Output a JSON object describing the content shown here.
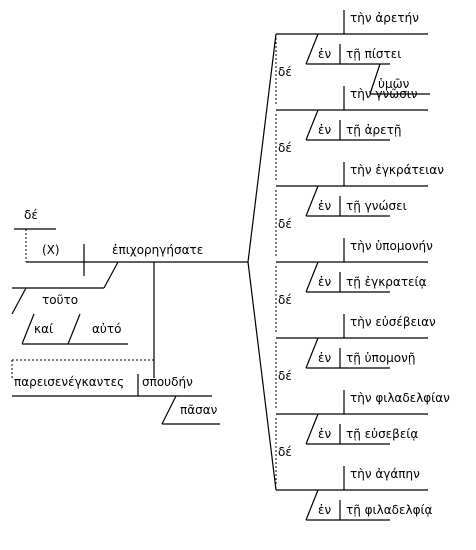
{
  "left": {
    "de": "δέ",
    "subject": "(X)",
    "verb": "ἐπιχορηγήσατε",
    "touto": "τοῦτο",
    "kai": "καί",
    "auto": "αὐτό",
    "pareisenegkantes": "παρεισενέγκαντες",
    "spoudin": "σπουδήν",
    "pasan": "πᾶσαν"
  },
  "chain": [
    {
      "conj": "δέ",
      "object": "τὴν ἀρετήν",
      "prep": "ἐν",
      "pobj": "τῇ πίστει",
      "mod": "ὑμῶν"
    },
    {
      "conj": "δέ",
      "object": "τὴν γνῶσιν",
      "prep": "ἐν",
      "pobj": "τῇ ἀρετῇ"
    },
    {
      "conj": "δέ",
      "object": "τὴν ἐγκράτειαν",
      "prep": "ἐν",
      "pobj": "τῇ γνώσει"
    },
    {
      "conj": "δέ",
      "object": "τὴν ὑπομονήν",
      "prep": "ἐν",
      "pobj": "τῇ ἐγκρατείᾳ"
    },
    {
      "conj": "δέ",
      "object": "τὴν εὐσέβειαν",
      "prep": "ἐν",
      "pobj": "τῇ ὑπομονῇ"
    },
    {
      "conj": "δέ",
      "object": "τὴν φιλαδελφίαν",
      "prep": "ἐν",
      "pobj": "τῇ εὐσεβείᾳ"
    },
    {
      "object": "τὴν ἀγάπην",
      "prep": "ἐν",
      "pobj": "τῇ φιλαδελφίᾳ"
    }
  ]
}
